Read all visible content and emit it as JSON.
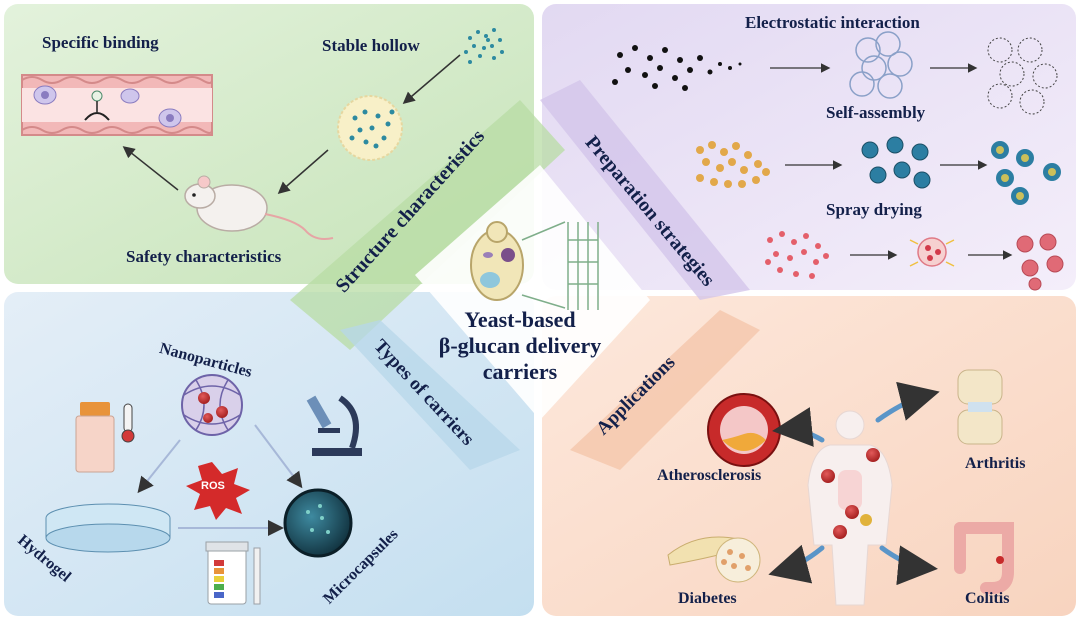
{
  "center": {
    "line1": "Yeast-based",
    "line2": "β-glucan delivery",
    "line3": "carriers"
  },
  "sections": {
    "structure": {
      "title": "Structure characteristics",
      "labels": {
        "specific_binding": "Specific binding",
        "stable_hollow": "Stable hollow",
        "safety": "Safety characteristics"
      }
    },
    "preparation": {
      "title": "Preparation strategies",
      "labels": {
        "electrostatic": "Electrostatic interaction",
        "self_assembly": "Self-assembly",
        "spray_drying": "Spray drying"
      }
    },
    "carriers": {
      "title": "Types of carriers",
      "labels": {
        "nanoparticles": "Nanoparticles",
        "hydrogel": "Hydrogel",
        "microcapsules": "Microcapsules",
        "ros": "ROS"
      }
    },
    "applications": {
      "title": "Applications",
      "labels": {
        "atherosclerosis": "Atherosclerosis",
        "arthritis": "Arthritis",
        "diabetes": "Diabetes",
        "colitis": "Colitis"
      }
    }
  },
  "colors": {
    "structure_bg": "#dcefd5",
    "preparation_bg": "#e9e2f5",
    "carriers_bg": "#d6e8f4",
    "applications_bg": "#fbe5d8",
    "label_text": "#13204a"
  }
}
